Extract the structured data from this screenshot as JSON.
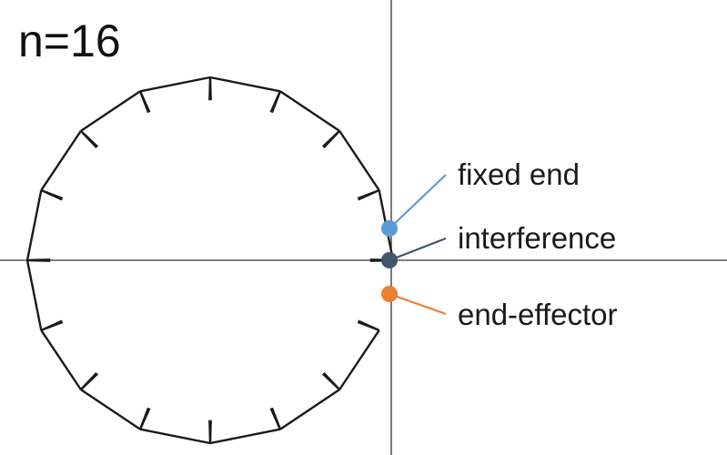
{
  "title": "n=16",
  "n": 16,
  "colors": {
    "fixed_end": "#5b9bd5",
    "interference": "#44546a",
    "end_effector": "#ed7d31",
    "structure": "#1a1a1a",
    "axes": "#595959"
  },
  "annotations": [
    {
      "key": "fixed_end",
      "label": "fixed end"
    },
    {
      "key": "interference",
      "label": "interference"
    },
    {
      "key": "end_effector",
      "label": "end-effector"
    }
  ]
}
